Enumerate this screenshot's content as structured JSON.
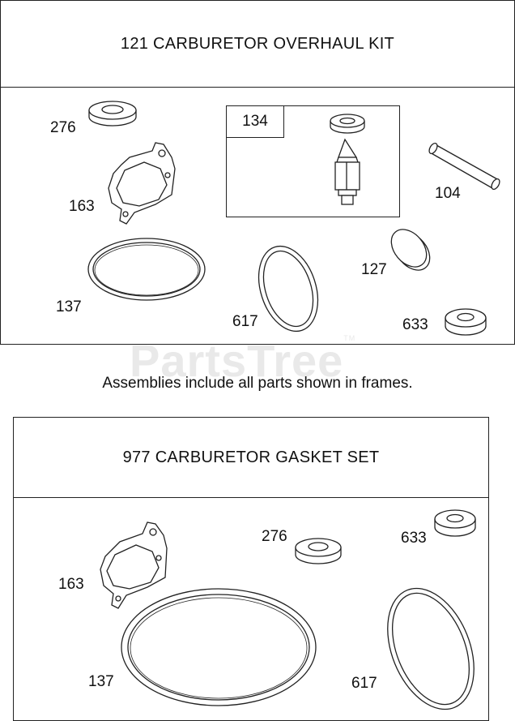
{
  "watermark": {
    "text": "PartsTree",
    "tm": "TM"
  },
  "note": "Assemblies include all parts shown in frames.",
  "kit1": {
    "title": "121 CARBURETOR OVERHAUL KIT",
    "sub_assembly": {
      "label": "134"
    },
    "labels": {
      "p276": "276",
      "p163": "163",
      "p104": "104",
      "p127": "127",
      "p137": "137",
      "p617": "617",
      "p633": "633"
    }
  },
  "kit2": {
    "title": "977 CARBURETOR GASKET SET",
    "labels": {
      "p163": "163",
      "p276": "276",
      "p633": "633",
      "p137": "137",
      "p617": "617"
    }
  }
}
